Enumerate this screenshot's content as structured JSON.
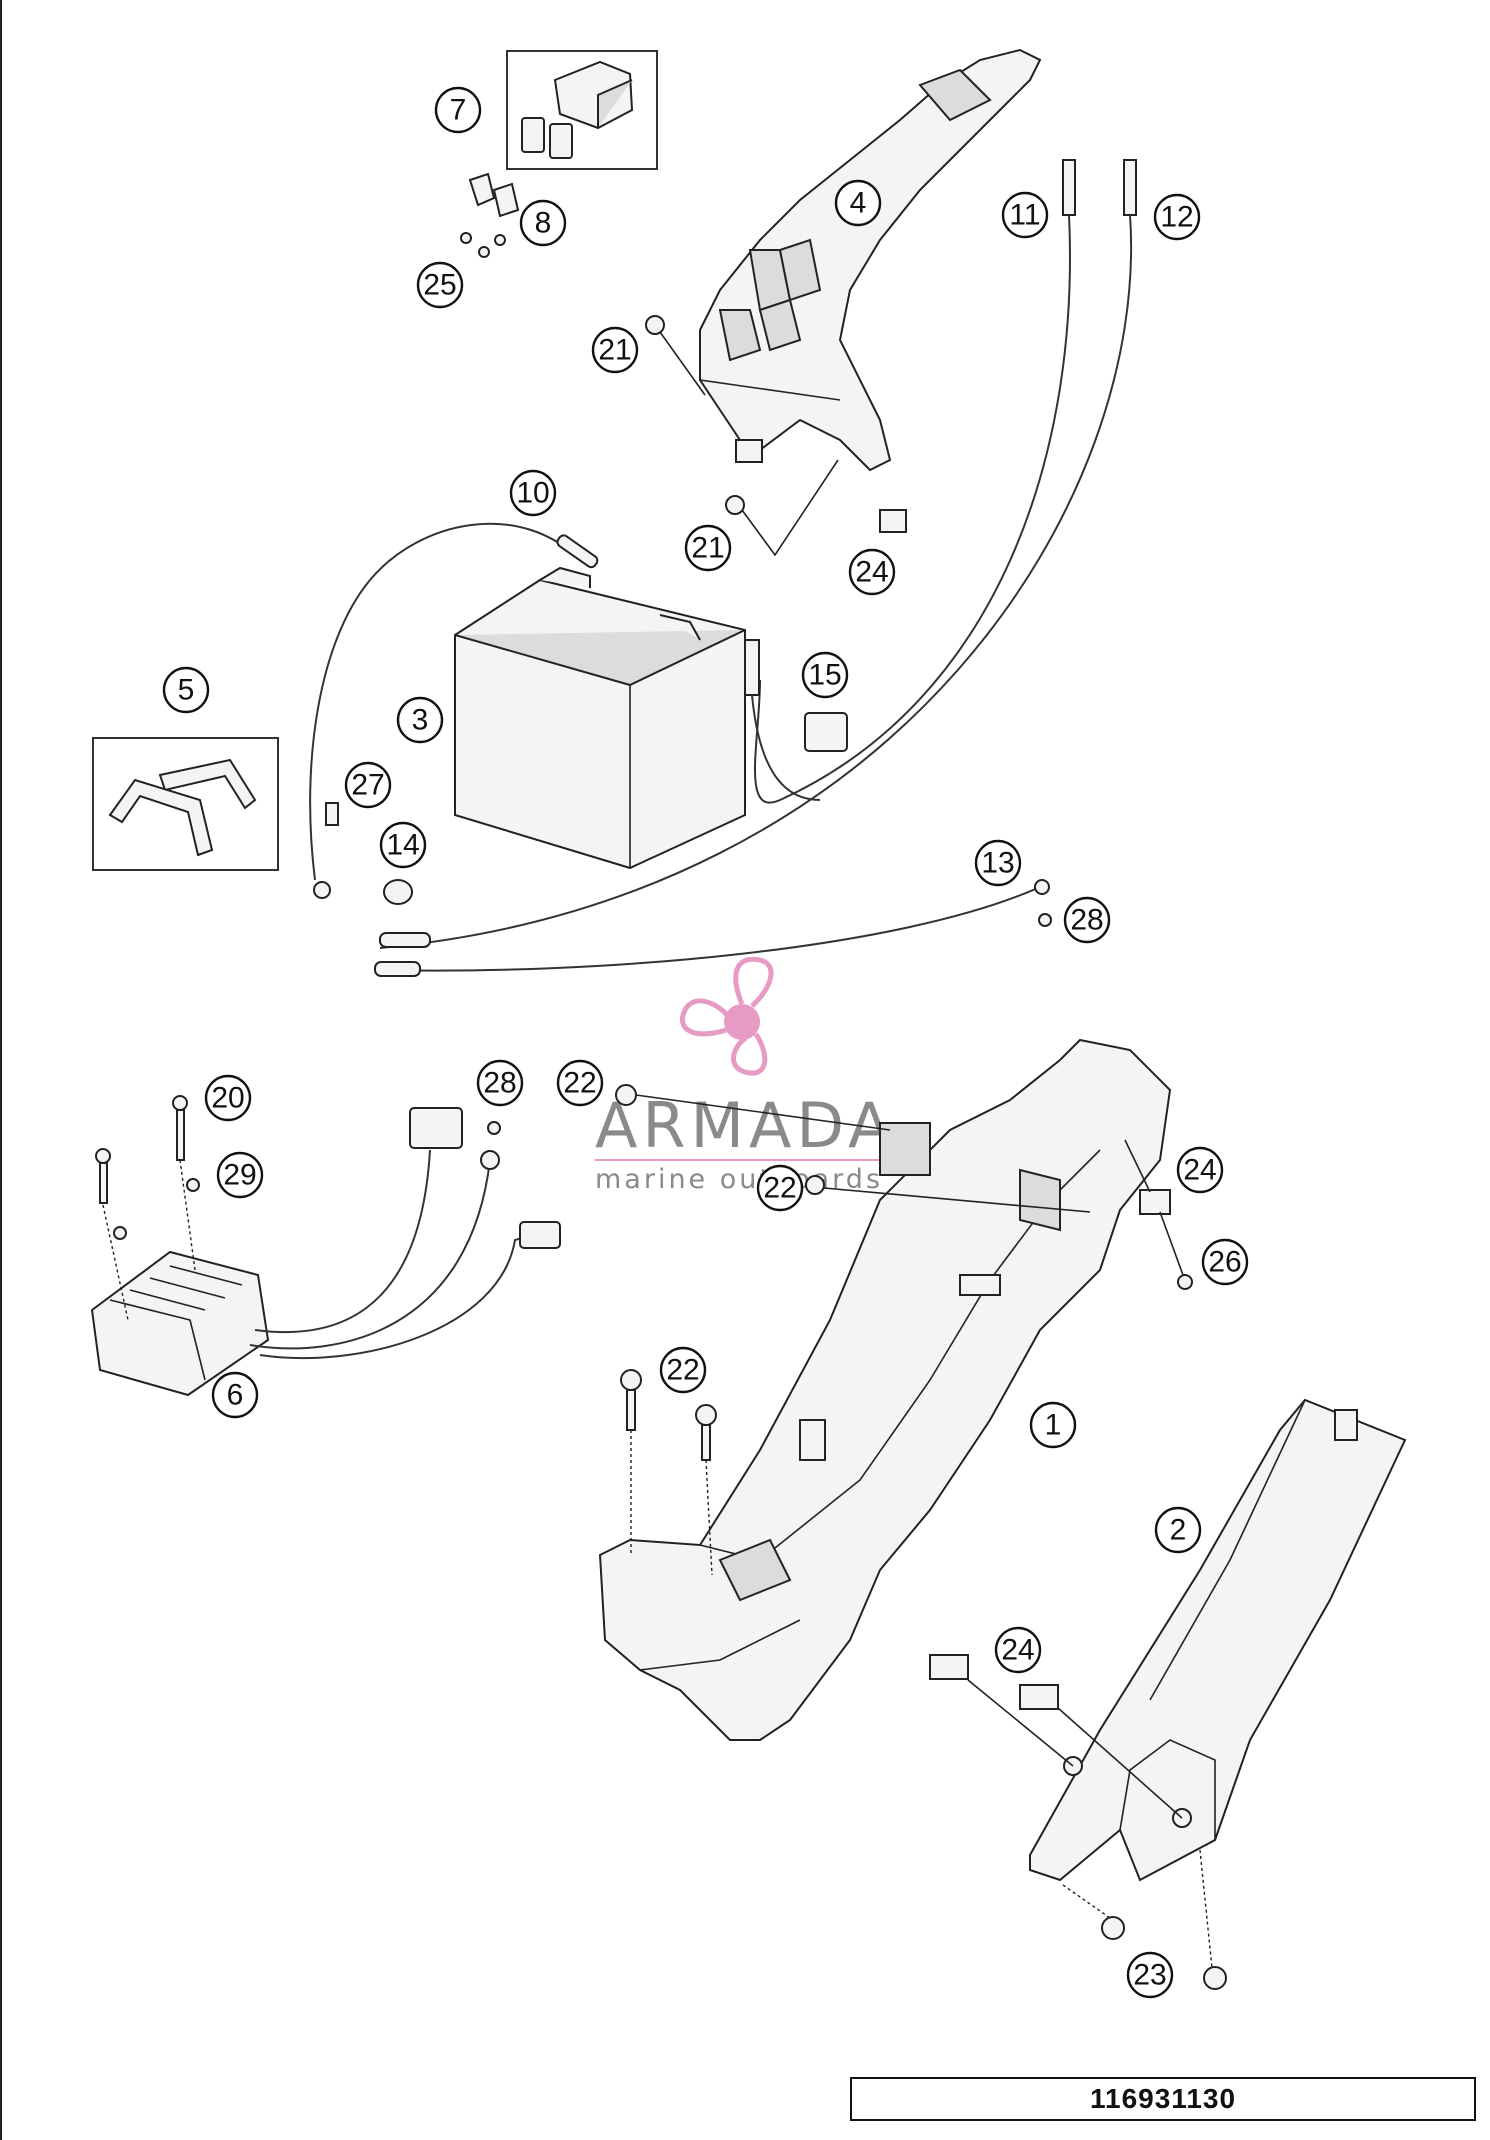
{
  "diagram": {
    "callouts": [
      {
        "id": "c7",
        "label": "7"
      },
      {
        "id": "c8",
        "label": "8"
      },
      {
        "id": "c25",
        "label": "25"
      },
      {
        "id": "c4",
        "label": "4"
      },
      {
        "id": "c11",
        "label": "11"
      },
      {
        "id": "c12",
        "label": "12"
      },
      {
        "id": "c21a",
        "label": "21"
      },
      {
        "id": "c21b",
        "label": "21"
      },
      {
        "id": "c24a",
        "label": "24"
      },
      {
        "id": "c10",
        "label": "10"
      },
      {
        "id": "c5",
        "label": "5"
      },
      {
        "id": "c3",
        "label": "3"
      },
      {
        "id": "c15",
        "label": "15"
      },
      {
        "id": "c27",
        "label": "27"
      },
      {
        "id": "c14",
        "label": "14"
      },
      {
        "id": "c13",
        "label": "13"
      },
      {
        "id": "c28a",
        "label": "28"
      },
      {
        "id": "c20",
        "label": "20"
      },
      {
        "id": "c28b",
        "label": "28"
      },
      {
        "id": "c22a",
        "label": "22"
      },
      {
        "id": "c29",
        "label": "29"
      },
      {
        "id": "c22b",
        "label": "22"
      },
      {
        "id": "c24b",
        "label": "24"
      },
      {
        "id": "c26",
        "label": "26"
      },
      {
        "id": "c6",
        "label": "6"
      },
      {
        "id": "c22c",
        "label": "22"
      },
      {
        "id": "c1",
        "label": "1"
      },
      {
        "id": "c2",
        "label": "2"
      },
      {
        "id": "c24c",
        "label": "24"
      },
      {
        "id": "c23",
        "label": "23"
      }
    ],
    "drawing_number": "116931130"
  },
  "watermark": {
    "brand": "ARMADA",
    "tagline": "marine outboards",
    "color_pink": "#e79ac4",
    "color_gray": "#8a8a8a"
  }
}
